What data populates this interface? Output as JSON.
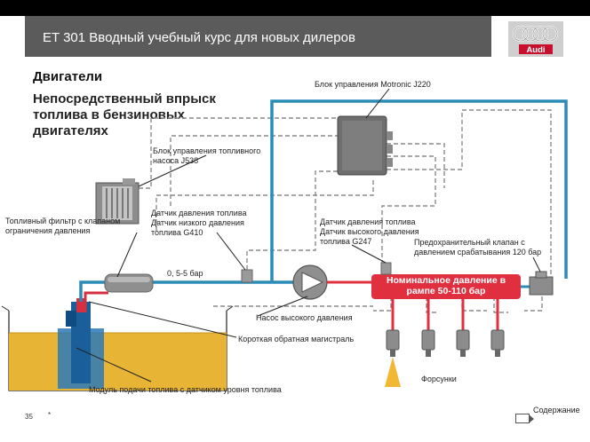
{
  "header": {
    "title": "ET 301 Вводный учебный курс для новых дилеров",
    "logo_text": "Audi"
  },
  "section_title": "Двигатели",
  "subtitle": "Непосредственный впрыск топлива в бензиновых двигателях",
  "labels": {
    "motronic": "Блок управления Motronic J220",
    "pump_ecu": "Блок управления топливного насоса J538",
    "filter": "Топливный фильтр с клапаном ограничения давления",
    "low_sensor": "Датчик давления топлива Датчик низкого давления топлива G410",
    "high_sensor": "Датчик давления топлива Датчик высокого давления топлива G247",
    "relief_valve": "Предохранительный клапан с давлением срабатывания 120 бар",
    "low_pressure": "0, 5-5 бар",
    "rail_pressure": "Номинальное давление в рампе 50-110 бар",
    "hp_pump": "Насос высокого давления",
    "return_line": "Короткая обратная магистраль",
    "injectors": "Форсунки",
    "module": "Модуль подачи топлива с датчиком уровня топлива"
  },
  "footer": {
    "page_number": "35",
    "marker": "*",
    "contents_label": "Содержание"
  },
  "colors": {
    "header_bg": "#5b5b5b",
    "low_pressure_line": "#2b8cb8",
    "high_pressure_line": "#e0303f",
    "dashed_wire": "#8a8a8a",
    "fuel": "#e8b436"
  }
}
